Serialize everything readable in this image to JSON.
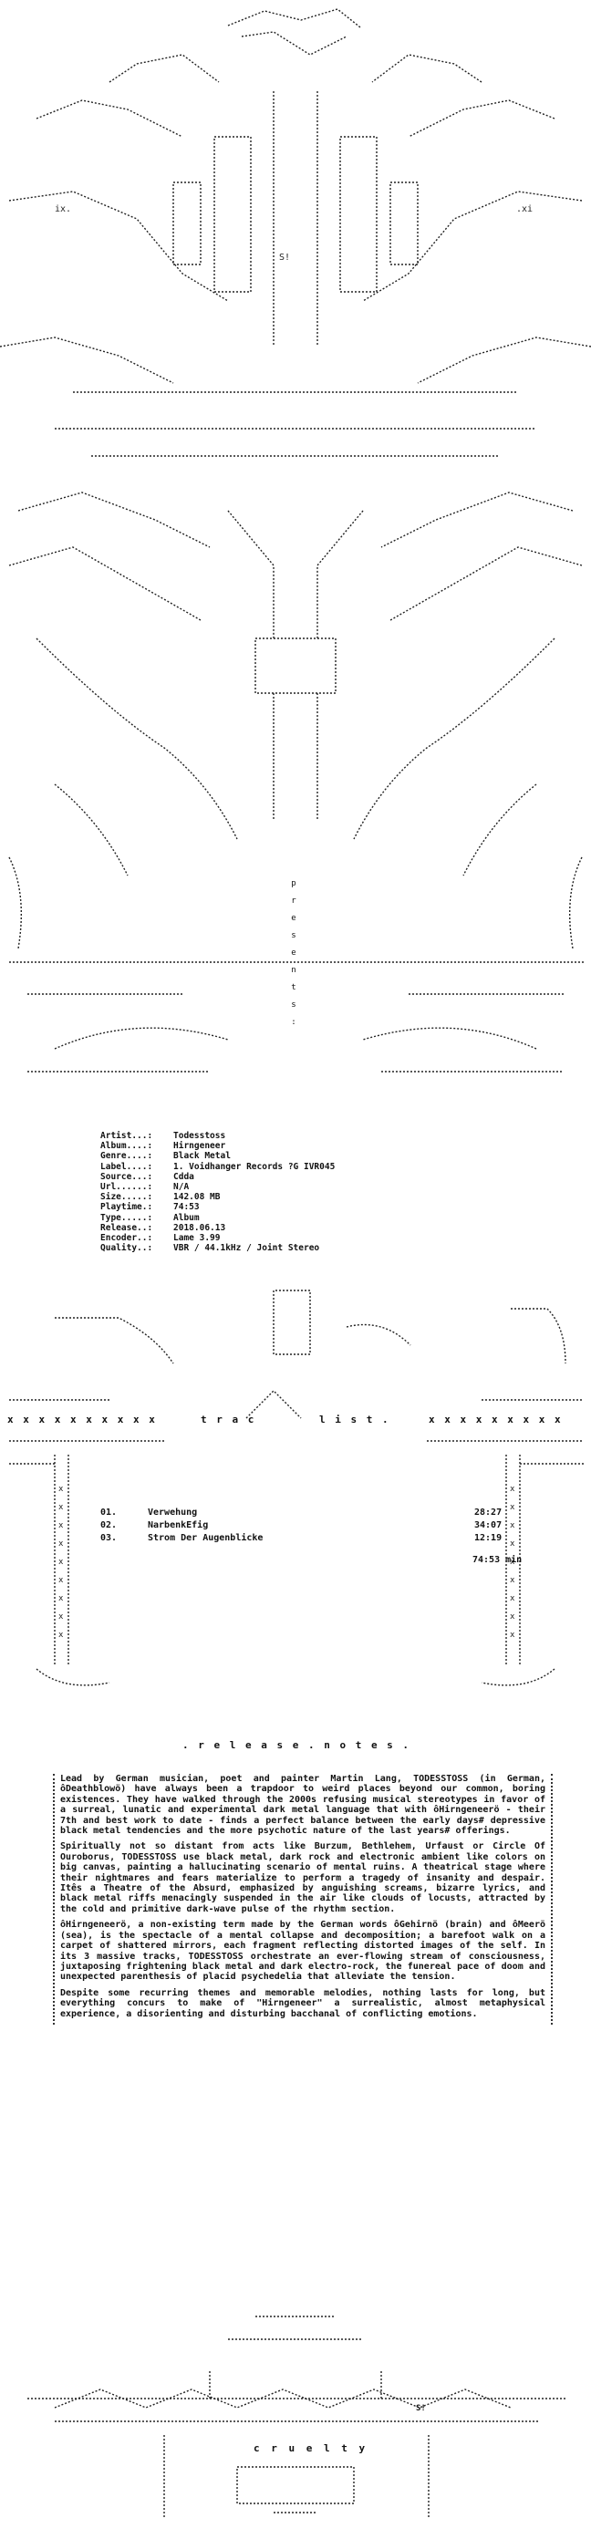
{
  "top_art": {
    "presents_letters": [
      "p",
      "r",
      "e",
      "s",
      "e",
      "n",
      "t",
      "s",
      ":"
    ],
    "mark_left": "ix.",
    "mark_right": ".xi",
    "mark_center": "S!"
  },
  "release_info": {
    "rows": [
      {
        "key": "Artist...:",
        "value": "Todesstoss"
      },
      {
        "key": "Album....:",
        "value": "Hirngeneer"
      },
      {
        "key": "Genre....:",
        "value": "Black Metal"
      },
      {
        "key": "Label....:",
        "value": "1. Voidhanger Records ?G IVR045"
      },
      {
        "key": "Source...:",
        "value": "Cdda"
      },
      {
        "key": "Url......:",
        "value": "N/A"
      },
      {
        "key": "Size.....:",
        "value": "142.08 MB"
      },
      {
        "key": "Playtime.:",
        "value": "74:53"
      },
      {
        "key": "Type.....:",
        "value": "Album"
      },
      {
        "key": "Release..:",
        "value": "2018.06.13"
      },
      {
        "key": "Encoder..:",
        "value": "Lame 3.99"
      },
      {
        "key": "Quality..:",
        "value": "VBR / 44.1kHz / Joint Stereo"
      }
    ]
  },
  "tracklist": {
    "heading_left": "t r a c",
    "heading_right": "l i s t .",
    "border_left": "x x x x x x x x x x",
    "border_right": "x x x x x x x x x",
    "tracks": [
      {
        "num": "01.",
        "title": "Verwehung",
        "time": "28:27"
      },
      {
        "num": "02.",
        "title": "NarbenkEfig",
        "time": "34:07"
      },
      {
        "num": "03.",
        "title": "Strom Der Augenblicke",
        "time": "12:19"
      }
    ],
    "total": "74:53 min"
  },
  "release_notes": {
    "heading": ". r e l e a s e . n o t e s .",
    "paragraphs": [
      "Lead by German musician, poet and painter Martin Lang, TODESSTOSS (in German, ôDeathblowö) have always been a trapdoor to weird places beyond our common, boring existences. They have walked through the 2000s refusing musical stereotypes in favor of a surreal, lunatic and experimental dark metal language that with ôHirngeneerö - their 7th and best work to date - finds a perfect balance between the early days# depressive black metal tendencies and the more psychotic nature of the last years# offerings.",
      "Spiritually not so distant from acts like Burzum, Bethlehem, Urfaust or Circle Of Ouroborus, TODESSTOSS use black metal, dark rock and electronic ambient like colors on big canvas, painting a hallucinating scenario of mental ruins. A theatrical stage where their nightmares and fears materialize to perform a tragedy of insanity and despair. Itês a Theatre of the Absurd, emphasized by anguishing screams, bizarre lyrics, and black metal riffs menacingly suspended in the air like clouds of locusts, attracted by the cold and primitive dark-wave pulse of the rhythm section.",
      "ôHirngeneerö, a non-existing term made by the German words ôGehirnö (brain) and ôMeerö (sea), is the spectacle of a mental collapse and decomposition; a barefoot walk on a carpet of shattered mirrors, each fragment reflecting distorted images of the self. In its 3 massive tracks, TODESSTOSS orchestrate an ever-flowing stream of consciousness, juxtaposing frightening black metal and dark electro-rock, the funereal pace of doom and unexpected parenthesis of placid psychedelia that alleviate the tension.",
      "Despite some recurring themes and memorable melodies, nothing lasts for long, but everything concurs to make of \"Hirngeneer\" a surrealistic, almost metaphysical experience, a disorienting and disturbing bacchanal of conflicting emotions."
    ]
  },
  "bottom_art": {
    "word": "c r u e l t y",
    "mark": "S!"
  }
}
